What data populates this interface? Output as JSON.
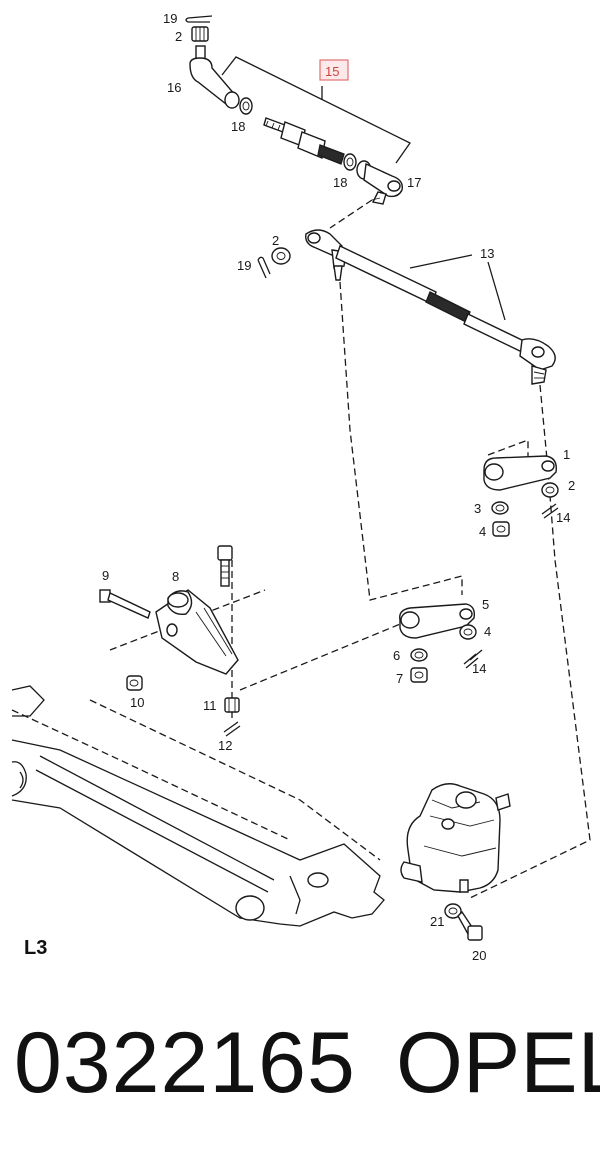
{
  "sheet_label": "L3",
  "part_number": "0322165",
  "brand": "OPEL",
  "highlight_color": "#e07070",
  "callouts": {
    "c19a": "19",
    "c2a": "2",
    "c16": "16",
    "c15": "15",
    "c18a": "18",
    "c18b": "18",
    "c17": "17",
    "c2b": "2",
    "c19b": "19",
    "c13": "13",
    "c1": "1",
    "c2c": "2",
    "c3a": "3",
    "c4a": "4",
    "c14a": "14",
    "c9": "9",
    "c8": "8",
    "c5": "5",
    "c4b": "4",
    "c6": "6",
    "c14b": "14",
    "c7": "7",
    "c10": "10",
    "c11": "11",
    "c12": "12",
    "c21": "21",
    "c20": "20"
  }
}
